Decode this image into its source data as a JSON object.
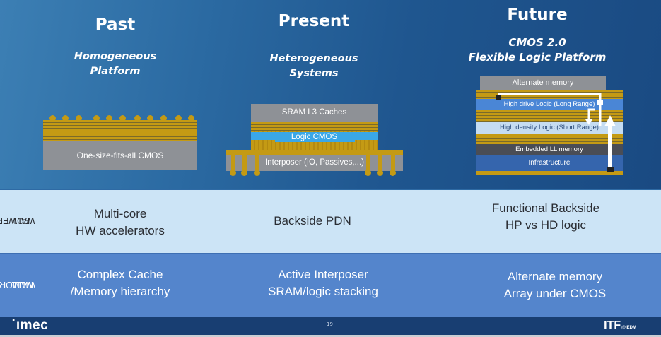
{
  "columns": [
    {
      "title": "Past",
      "subtitle_lines": [
        "Homogeneous",
        "Platform"
      ]
    },
    {
      "title": "Present",
      "subtitle_lines": [
        "Heterogeneous",
        "Systems"
      ]
    },
    {
      "title": "Future",
      "subtitle_lines": [
        "CMOS 2.0",
        "Flexible Logic Platform"
      ]
    }
  ],
  "diagrams": {
    "past": {
      "base_label": "One-size-fits-all CMOS"
    },
    "present": {
      "top_label": "SRAM L3 Caches",
      "logic_label": "Logic CMOS",
      "interposer_label": "Interposer (IO, Passives,...)"
    },
    "future": {
      "layers": [
        "Alternate memory",
        "High drive Logic (Long Range)",
        "High density Logic (Short Range)",
        "Embedded LL memory",
        "Infrastructure"
      ]
    }
  },
  "rows": [
    {
      "label_lines": [
        "POWER",
        "WALL"
      ],
      "cells": [
        [
          "Multi-core",
          "HW accelerators"
        ],
        [
          "Backside PDN"
        ],
        [
          "Functional Backside",
          "HP vs HD logic"
        ]
      ]
    },
    {
      "label_lines": [
        "MEMORY",
        "WALL"
      ],
      "cells": [
        [
          "Complex Cache",
          "/Memory hierarchy"
        ],
        [
          "Active Interposer",
          "SRAM/logic stacking"
        ],
        [
          "Alternate memory",
          "Array under CMOS"
        ]
      ]
    }
  ],
  "footer": {
    "logo": "˙ımec",
    "page_number": "19",
    "brand": "ITF",
    "brand_suffix": "@IEDM"
  },
  "colors": {
    "gold": "#c49a14",
    "grey_die": "#8e9196",
    "logic_blue": "#3aa7e8",
    "power_band": "#cce4f6",
    "memory_band": "#5485cc",
    "footer": "#183e72"
  }
}
